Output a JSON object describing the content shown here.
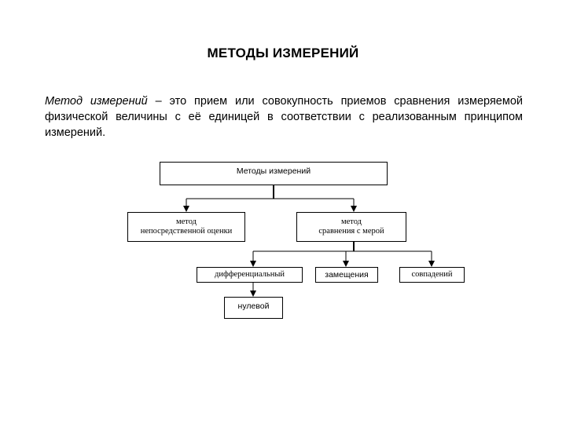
{
  "title": "МЕТОДЫ ИЗМЕРЕНИЙ",
  "definition": {
    "term": "Метод измерений",
    "text": " – это прием или совокупность приемов сравнения измеряемой физической величины с её единицей в соответствии с реализованным принципом измерений."
  },
  "diagram": {
    "root": "Методы измерений",
    "direct_line1": "метод",
    "direct_line2": "непосредственной оценки",
    "comparison_line1": "метод",
    "comparison_line2": "сравнения с мерой",
    "differential": "дифференциальный",
    "zero": "нулевой",
    "substitution": "замещения",
    "coincidence": "совпадений"
  }
}
